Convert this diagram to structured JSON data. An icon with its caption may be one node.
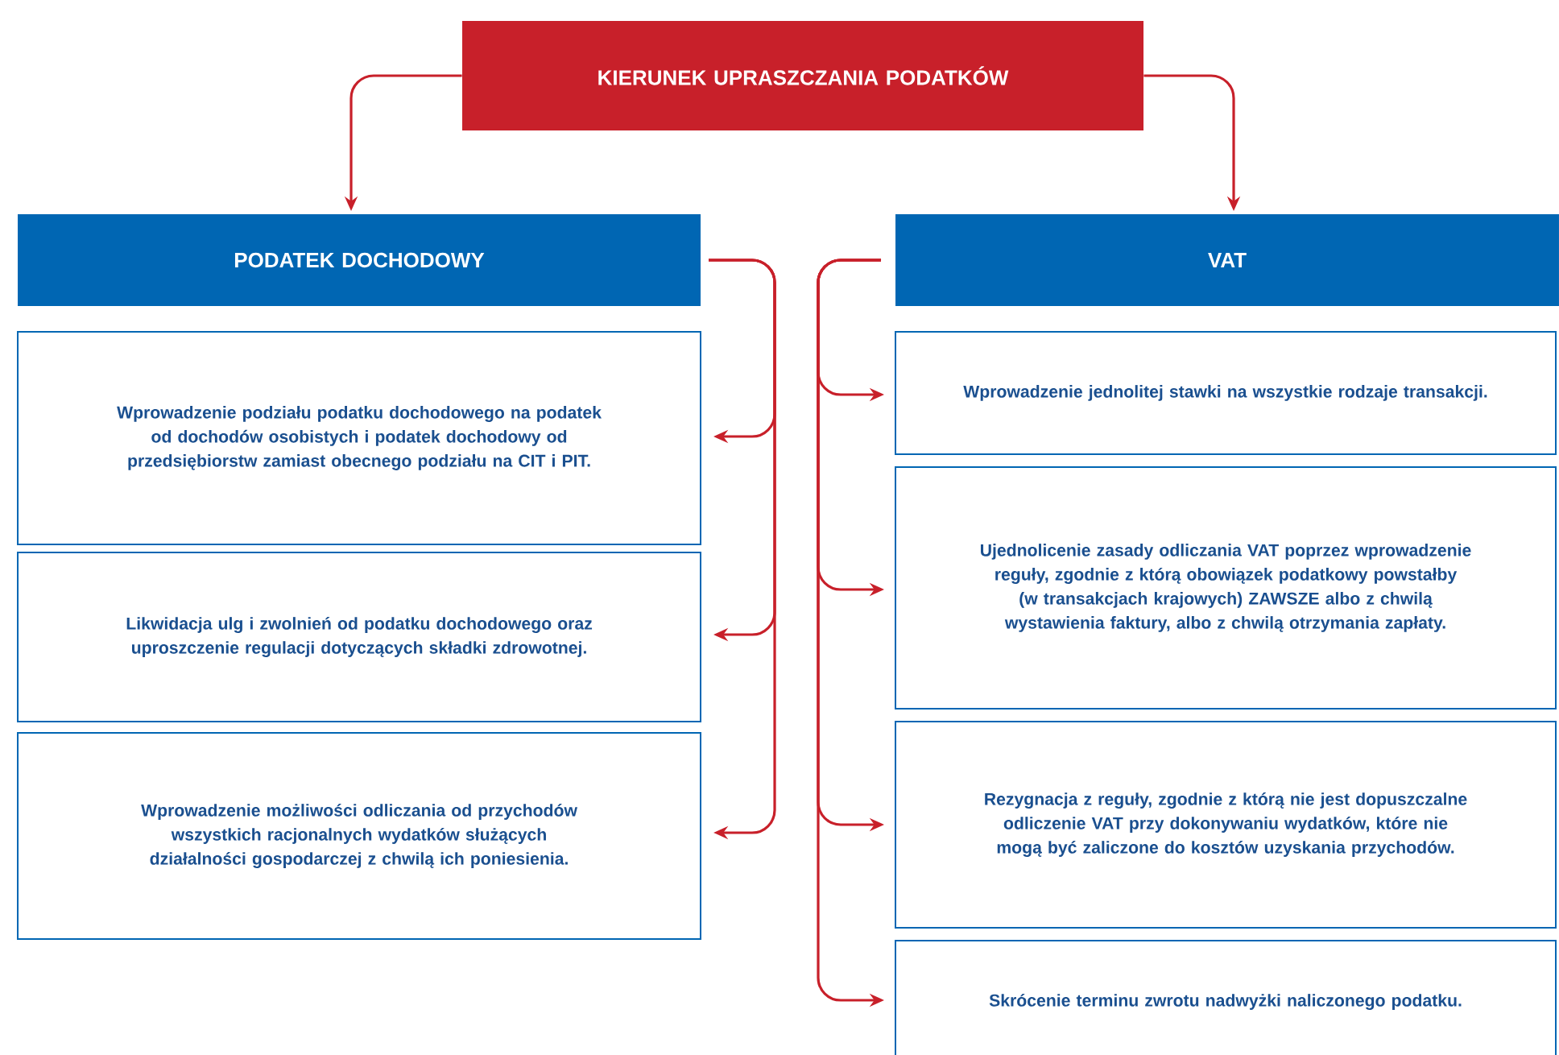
{
  "diagram": {
    "nodes": [
      {
        "text": [
          "KIERUNEK UPRASZCZANIA PODATKÓW"
        ]
      },
      {
        "text": [
          "PODATEK DOCHODOWY"
        ]
      },
      {
        "text": [
          "VAT"
        ]
      },
      {
        "text": [
          "Wprowadzenie podziału podatku dochodowego na podatek od dochodów osobistych i podatek dochodowy od przedsiębiorstw zamiast obecnego podziału na CIT i PIT."
        ]
      },
      {
        "text": [
          "Likwidacja ulg i zwolnień od podatku dochodowego oraz uproszczenie regulacji dotyczących składki zdrowotnej."
        ]
      },
      {
        "text": [
          "Wprowadzenie możliwości odliczania od przychodów wszystkich racjonalnych wydatków służących działalności gospodarczej z chwilą ich poniesienia."
        ]
      },
      {
        "text": [
          "Wprowadzenie jednolitej stawki na wszystkie rodzaje transakcji."
        ]
      },
      {
        "text": [
          "Ujednolicenie zasady odliczania VAT poprzez wprowadzenie reguły, zgodnie z którą obowiązek podatkowy powstałby (w transakcjach krajowych) ZAWSZE albo z chwilą wystawienia faktury, albo z chwilą otrzymania zapłaty."
        ]
      },
      {
        "text": [
          "Rezygnacja z reguły, zgodnie z którą nie jest dopuszczalne odliczenie VAT przy dokonywaniu wydatków, które nie mogą być zaliczone do kosztów uzyskania przychodów."
        ]
      },
      {
        "text": [
          "Skrócenie terminu zwrotu nadwyżki naliczonego podatku."
        ]
      }
    ],
    "edges": [
      {
        "from": 0,
        "to": 1,
        "arrow": "to"
      },
      {
        "from": 0,
        "to": 2,
        "arrow": "to"
      },
      {
        "from": 1,
        "to": 3,
        "arrow": "to"
      },
      {
        "from": 1,
        "to": 4,
        "arrow": "to"
      },
      {
        "from": 1,
        "to": 5,
        "arrow": "to"
      },
      {
        "from": 2,
        "to": 6,
        "arrow": "to"
      },
      {
        "from": 2,
        "to": 7,
        "arrow": "to"
      },
      {
        "from": 2,
        "to": 8,
        "arrow": "to"
      },
      {
        "from": 2,
        "to": 9,
        "arrow": "to"
      }
    ]
  }
}
